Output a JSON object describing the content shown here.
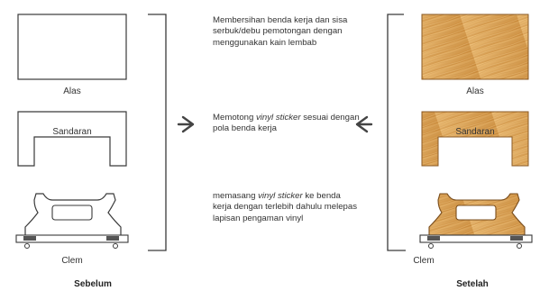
{
  "before": {
    "heading": "Sebelum",
    "parts": {
      "alas": "Alas",
      "sandaran": "Sandaran",
      "clem": "Clem"
    }
  },
  "after": {
    "heading": "Setelah",
    "parts": {
      "alas": "Alas",
      "sandaran": "Sandaran",
      "clem": "Clem"
    }
  },
  "steps": [
    {
      "segments": [
        {
          "text": "Membersihan benda kerja dan sisa serbuk/debu pemotongan dengan menggunakan kain lembab",
          "italic": false
        }
      ]
    },
    {
      "segments": [
        {
          "text": "Memotong ",
          "italic": false
        },
        {
          "text": "vinyl sticker",
          "italic": true
        },
        {
          "text": " sesuai dengan pola benda kerja",
          "italic": false
        }
      ]
    },
    {
      "segments": [
        {
          "text": "memasang ",
          "italic": false
        },
        {
          "text": "vinyl sticker",
          "italic": true
        },
        {
          "text": " ke benda kerja dengan terlebih dahulu melepas lapisan pengaman vinyl",
          "italic": false
        }
      ]
    }
  ],
  "colors": {
    "outline": "#3a3a3a",
    "wood_light": "#e6b46c",
    "wood_dark": "#b9762e",
    "arrow": "#444444"
  }
}
